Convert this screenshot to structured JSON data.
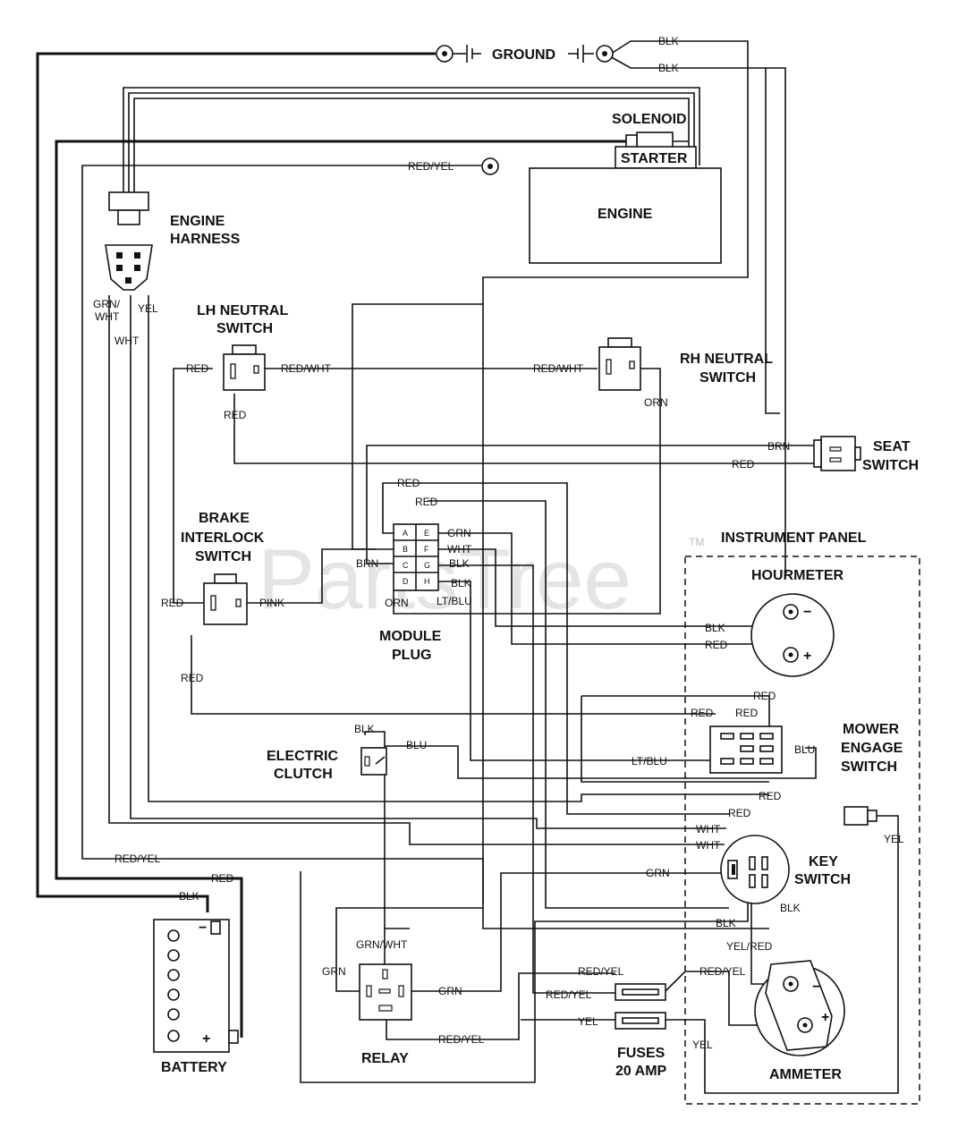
{
  "watermark": "PartsTree",
  "watermark_tm": "TM",
  "components": {
    "ground": "GROUND",
    "solenoid": "SOLENOID",
    "starter": "STARTER",
    "engine": "ENGINE",
    "engine_harness": [
      "ENGINE",
      "HARNESS"
    ],
    "lh_neutral_switch": [
      "LH NEUTRAL",
      "SWITCH"
    ],
    "rh_neutral_switch": [
      "RH NEUTRAL",
      "SWITCH"
    ],
    "seat_switch": [
      "SEAT",
      "SWITCH"
    ],
    "brake_interlock_switch": [
      "BRAKE",
      "INTERLOCK",
      "SWITCH"
    ],
    "module_plug": [
      "MODULE",
      "PLUG"
    ],
    "instrument_panel": "INSTRUMENT PANEL",
    "hourmeter": "HOURMETER",
    "mower_engage_switch": [
      "MOWER",
      "ENGAGE",
      "SWITCH"
    ],
    "electric_clutch": [
      "ELECTRIC",
      "CLUTCH"
    ],
    "key_switch": [
      "KEY",
      "SWITCH"
    ],
    "battery": "BATTERY",
    "relay": "RELAY",
    "fuses": [
      "FUSES",
      "20 AMP"
    ],
    "ammeter": "AMMETER"
  },
  "module_pins": {
    "left": [
      "A",
      "B",
      "C",
      "D"
    ],
    "right": [
      "E",
      "F",
      "G",
      "H"
    ]
  },
  "wire_labels": {
    "blk_ground_top": "BLK",
    "blk_ground_bottom": "BLK",
    "red_yel_engine": "RED/YEL",
    "grn_wht_harness": "GRN/\nWHT",
    "yel_harness": "YEL",
    "wht_harness": "WHT",
    "red_lh_left": "RED",
    "red_wht_lh": "RED/WHT",
    "red_wht_rh": "RED/WHT",
    "red_lh_bottom": "RED",
    "orn_rh": "ORN",
    "brn_seat": "BRN",
    "red_seat": "RED",
    "red_module_top1": "RED",
    "red_module_top2": "RED",
    "grn_module": "GRN",
    "wht_module": "WHT",
    "blk_module_g": "BLK",
    "blk_module_h": "BLK",
    "brn_module": "BRN",
    "orn_module": "ORN",
    "ltblu_module": "LT/BLU",
    "red_brake_left": "RED",
    "pink_brake": "PINK",
    "red_brake_bottom": "RED",
    "blk_hourmeter": "BLK",
    "red_hourmeter": "RED",
    "red_mower_top": "RED",
    "red_mower_left": "RED",
    "red_mower_mid": "RED",
    "blu_mower": "BLU",
    "ltblu_mower": "LT/BLU",
    "blk_clutch": "BLK",
    "blu_clutch": "BLU",
    "red_key1": "RED",
    "red_key2": "RED",
    "wht_key1": "WHT",
    "wht_key2": "WHT",
    "grn_key": "GRN",
    "blk_key_right": "BLK",
    "blk_key_bottom": "BLK",
    "yel_right": "YEL",
    "red_yel_left": "RED/YEL",
    "red_battery": "RED",
    "blk_battery": "BLK",
    "grn_wht_relay": "GRN/WHT",
    "grn_relay_left": "GRN",
    "grn_relay_right": "GRN",
    "red_yel_relay": "RED/YEL",
    "red_yel_fuse_top": "RED/YEL",
    "red_yel_fuse_left": "RED/YEL",
    "red_yel_ammeter": "RED/YEL",
    "yel_fuse": "YEL",
    "yel_ammeter": "YEL",
    "yel_red_key": "YEL/RED"
  },
  "terminal_signs": {
    "minus": "−",
    "plus": "+"
  }
}
